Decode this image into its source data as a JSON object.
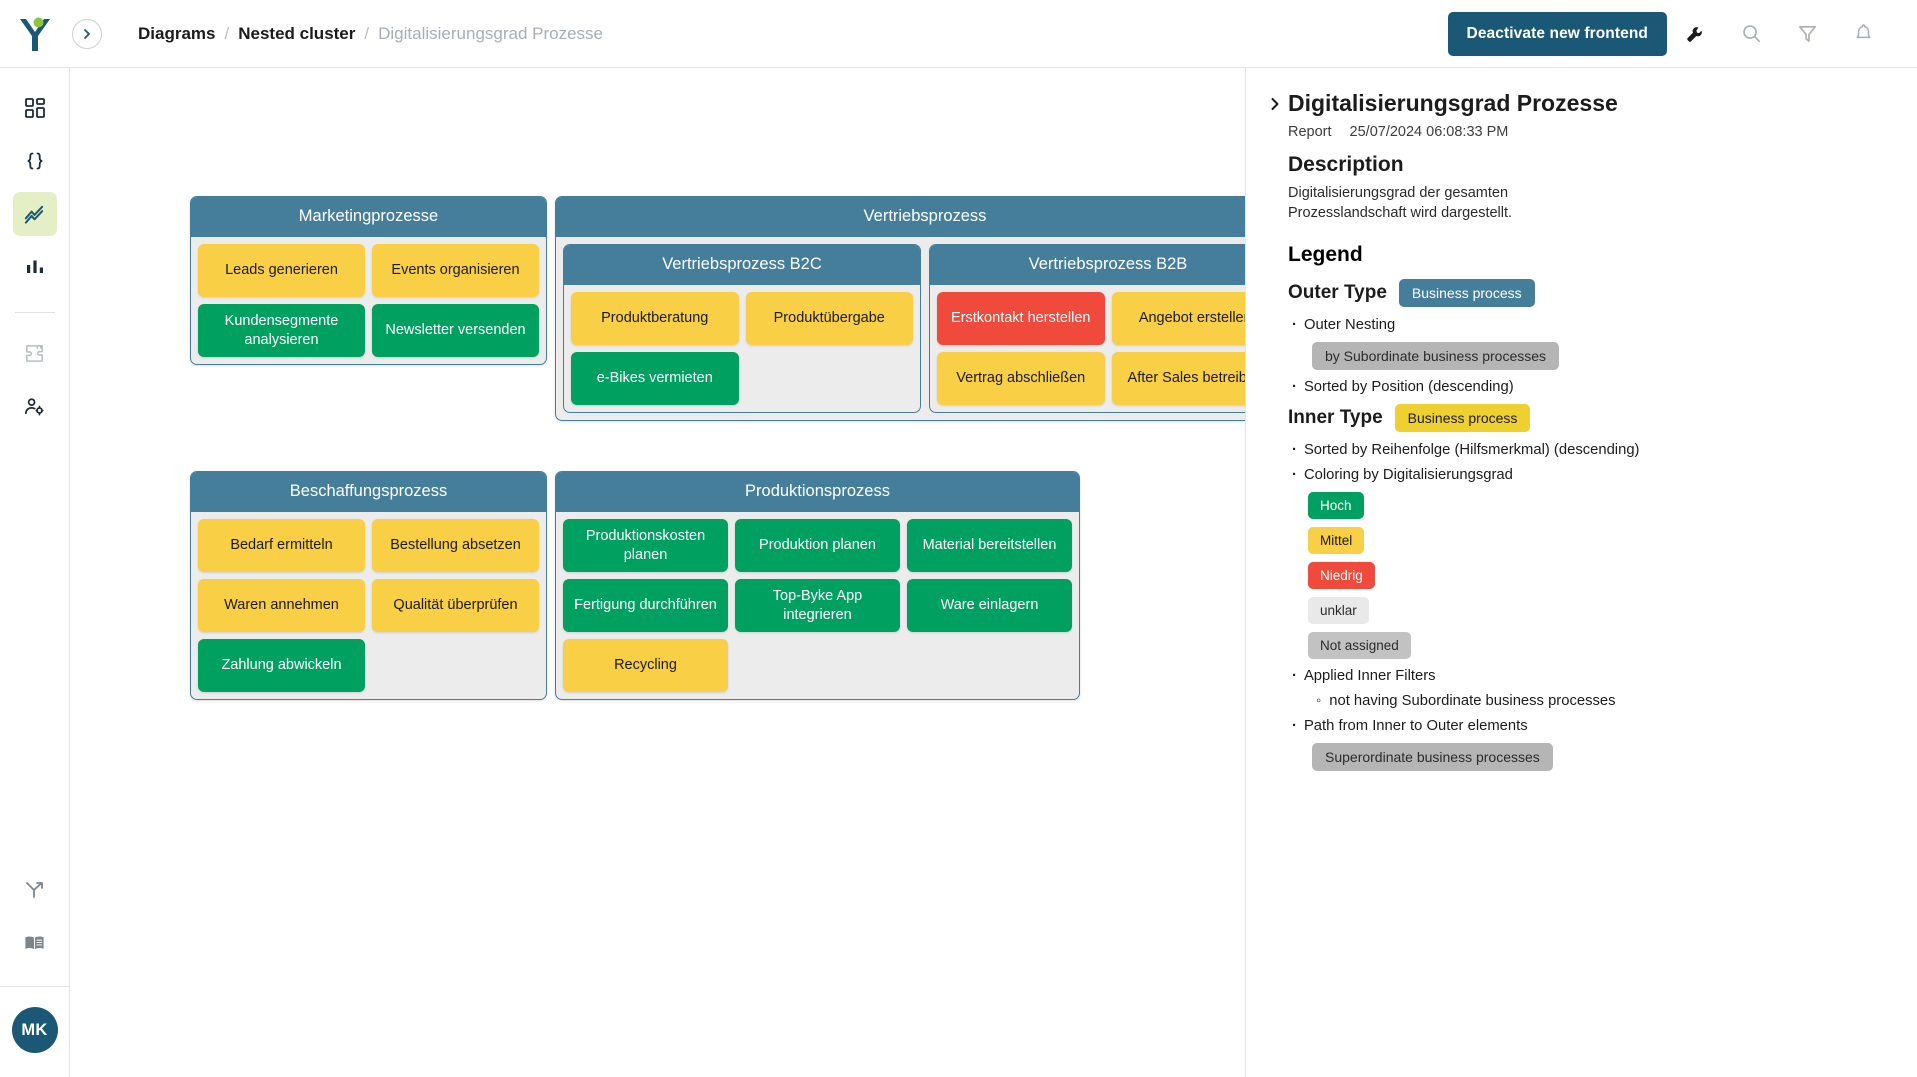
{
  "header": {
    "logo_name": "company-logo",
    "expand_icon": "chevron-right-icon",
    "breadcrumb": [
      {
        "label": "Diagrams",
        "state": "link"
      },
      {
        "label": "Nested cluster",
        "state": "link"
      },
      {
        "label": "Digitalisierungsgrad Prozesse",
        "state": "current"
      }
    ],
    "separator": "/",
    "deactivate_label": "Deactivate new frontend",
    "icons": [
      "wrench-icon",
      "search-icon",
      "filter-icon",
      "bell-icon"
    ]
  },
  "sidebar": {
    "items": [
      {
        "name": "dashboard-icon",
        "active": false
      },
      {
        "name": "code-braces-icon",
        "active": false
      },
      {
        "name": "trend-chart-icon",
        "active": true
      },
      {
        "name": "bar-chart-icon",
        "active": false
      },
      {
        "name": "puzzle-icon",
        "active": false
      },
      {
        "name": "user-settings-icon",
        "active": false
      }
    ],
    "bottom_items": [
      {
        "name": "share-branch-icon"
      },
      {
        "name": "book-icon"
      }
    ],
    "avatar_initials": "MK"
  },
  "colors": {
    "cluster_header": "#447e9b",
    "cluster_bg": "#ececec",
    "green": "#00a060",
    "yellow": "#f9cf45",
    "red": "#ef4a3b",
    "accent_button": "#1a5875",
    "active_nav": "#e4efc5"
  },
  "diagram": {
    "clusters": [
      {
        "title": "Marketingprozesse",
        "columns": 2,
        "cards": [
          {
            "label": "Leads generieren",
            "color": "yellow"
          },
          {
            "label": "Events organisieren",
            "color": "yellow"
          },
          {
            "label": "Kundensegmente analysieren",
            "color": "green"
          },
          {
            "label": "Newsletter versenden",
            "color": "green"
          }
        ]
      },
      {
        "title": "Vertriebsprozess",
        "subclusters": [
          {
            "title": "Vertriebsprozess B2C",
            "columns": 2,
            "cards": [
              {
                "label": "Produktberatung",
                "color": "yellow"
              },
              {
                "label": "Produktübergabe",
                "color": "yellow"
              },
              {
                "label": "e-Bikes vermieten",
                "color": "green"
              },
              {
                "label": "",
                "color": "empty"
              }
            ]
          },
          {
            "title": "Vertriebsprozess B2B",
            "columns": 2,
            "cards": [
              {
                "label": "Erstkontakt herstellen",
                "color": "red"
              },
              {
                "label": "Angebot erstellen",
                "color": "yellow"
              },
              {
                "label": "Vertrag abschließen",
                "color": "yellow"
              },
              {
                "label": "After Sales betreiben",
                "color": "yellow"
              }
            ]
          }
        ]
      },
      {
        "title": "Beschaffungsprozess",
        "columns": 2,
        "cards": [
          {
            "label": "Bedarf ermitteln",
            "color": "yellow"
          },
          {
            "label": "Bestellung absetzen",
            "color": "yellow"
          },
          {
            "label": "Waren annehmen",
            "color": "yellow"
          },
          {
            "label": "Qualität überprüfen",
            "color": "yellow"
          },
          {
            "label": "Zahlung abwickeln",
            "color": "green"
          },
          {
            "label": "",
            "color": "empty"
          }
        ]
      },
      {
        "title": "Produktionsprozess",
        "columns": 3,
        "cards": [
          {
            "label": "Produktionskosten planen",
            "color": "green"
          },
          {
            "label": "Produktion planen",
            "color": "green"
          },
          {
            "label": "Material bereitstellen",
            "color": "green"
          },
          {
            "label": "Fertigung durchführen",
            "color": "green"
          },
          {
            "label": "Top-Byke App integrieren",
            "color": "green"
          },
          {
            "label": "Ware einlagern",
            "color": "green"
          },
          {
            "label": "Recycling",
            "color": "yellow"
          },
          {
            "label": "",
            "color": "empty"
          },
          {
            "label": "",
            "color": "empty"
          }
        ]
      }
    ]
  },
  "panel": {
    "collapse_icon": "chevron-right-icon",
    "title": "Digitalisierungsgrad Prozesse",
    "meta_type": "Report",
    "meta_timestamp": "25/07/2024 06:08:33 PM",
    "description_heading": "Description",
    "description_text": "Digitalisierungsgrad der gesamten Prozesslandschaft wird dargestellt.",
    "legend_heading": "Legend",
    "outer_type_label": "Outer Type",
    "outer_type_badge": "Business process",
    "outer_nesting_label": "Outer Nesting",
    "outer_nesting_chip": "by Subordinate business processes",
    "outer_sorted_label": "Sorted by Position (descending)",
    "inner_type_label": "Inner Type",
    "inner_type_badge": "Business process",
    "inner_sorted_label": "Sorted by Reihenfolge (Hilfsmerkmal) (descending)",
    "coloring_label": "Coloring by Digitalisierungsgrad",
    "coloring_values": [
      {
        "label": "Hoch",
        "color": "green"
      },
      {
        "label": "Mittel",
        "color": "yellow"
      },
      {
        "label": "Niedrig",
        "color": "red"
      },
      {
        "label": "unklar",
        "color": "lgray"
      },
      {
        "label": "Not assigned",
        "color": "dgray"
      }
    ],
    "applied_filters_label": "Applied Inner Filters",
    "applied_filter_item": "not having Subordinate business processes",
    "path_label": "Path from Inner to Outer elements",
    "path_chip": "Superordinate business processes"
  }
}
